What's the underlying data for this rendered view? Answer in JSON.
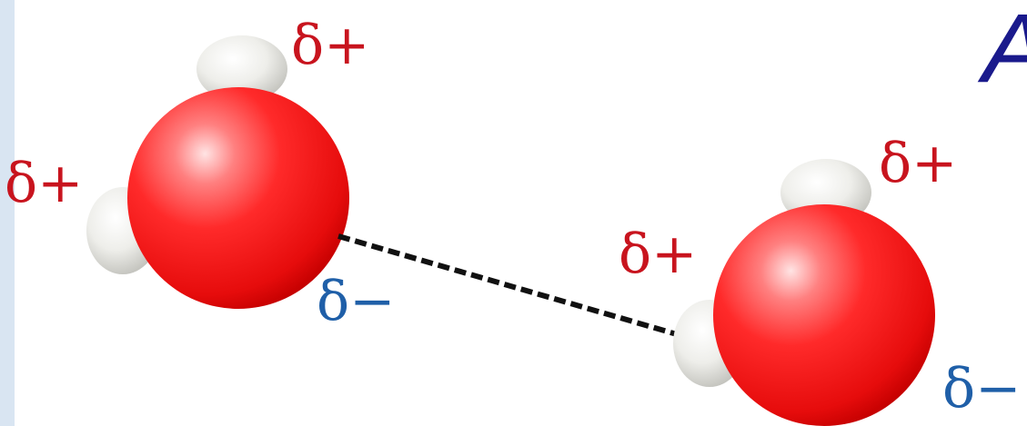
{
  "title_fragment": "A",
  "molecules": [
    {
      "hydrogen_top_label": "δ+",
      "hydrogen_side_label": "δ+",
      "oxygen_label": "δ−"
    },
    {
      "hydrogen_top_label": "δ+",
      "hydrogen_side_label": "δ+",
      "oxygen_label": "δ−"
    }
  ],
  "colors": {
    "positive_charge": "#c8141e",
    "negative_charge": "#1f5fa8",
    "oxygen": "#ff1a1a",
    "hydrogen": "#e8e8e5",
    "hydrogen_bond": "#111111",
    "title": "#1a1a8c",
    "side_strip": "#d9e5f2"
  }
}
